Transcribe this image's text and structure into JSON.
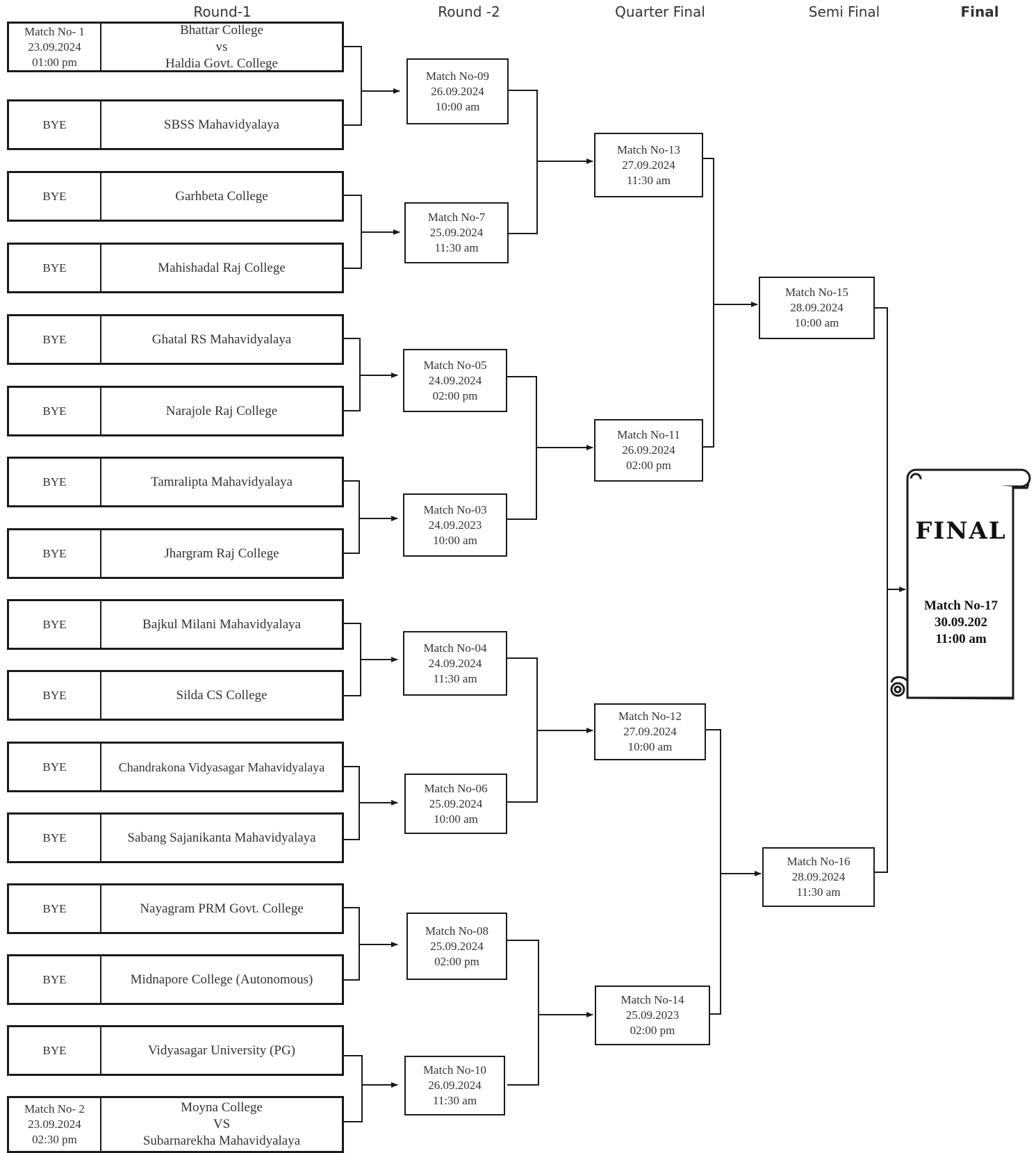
{
  "rounds": {
    "round1": "Round-1",
    "round2": "Round -2",
    "quarter": "Quarter Final",
    "semi": "Semi Final",
    "final": "Final"
  },
  "round1": [
    {
      "seed": "Match No- 1\n23.09.2024\n01:00 pm",
      "team": "Bhattar College\nvs\nHaldia Govt. College"
    },
    {
      "seed": "BYE",
      "team": "SBSS Mahavidyalaya"
    },
    {
      "seed": "BYE",
      "team": "Garhbeta College"
    },
    {
      "seed": "BYE",
      "team": "Mahishadal Raj College"
    },
    {
      "seed": "BYE",
      "team": "Ghatal RS Mahavidyalaya"
    },
    {
      "seed": "BYE",
      "team": "Narajole Raj College"
    },
    {
      "seed": "BYE",
      "team": "Tamralipta Mahavidyalaya"
    },
    {
      "seed": "BYE",
      "team": "Jhargram Raj College"
    },
    {
      "seed": "BYE",
      "team": "Bajkul Milani Mahavidyalaya"
    },
    {
      "seed": "BYE",
      "team": "Silda CS College"
    },
    {
      "seed": "BYE",
      "team": "Chandrakona Vidyasagar Mahavidyalaya"
    },
    {
      "seed": "BYE",
      "team": "Sabang Sajanikanta Mahavidyalaya"
    },
    {
      "seed": "BYE",
      "team": "Nayagram PRM Govt. College"
    },
    {
      "seed": "BYE",
      "team": "Midnapore College (Autonomous)"
    },
    {
      "seed": "BYE",
      "team": "Vidyasagar University (PG)"
    },
    {
      "seed": "Match No- 2\n23.09.2024\n02:30 pm",
      "team": "Moyna College\nVS\nSubarnarekha Mahavidyalaya"
    }
  ],
  "round2": [
    {
      "match": "Match No-09",
      "date": "26.09.2024",
      "time": "10:00 am"
    },
    {
      "match": "Match No-7",
      "date": "25.09.2024",
      "time": "11:30 am"
    },
    {
      "match": "Match No-05",
      "date": "24.09.2024",
      "time": "02:00 pm"
    },
    {
      "match": "Match No-03",
      "date": "24.09.2023",
      "time": "10:00 am"
    },
    {
      "match": "Match No-04",
      "date": "24.09.2024",
      "time": "11:30 am"
    },
    {
      "match": "Match No-06",
      "date": "25.09.2024",
      "time": "10:00 am"
    },
    {
      "match": "Match No-08",
      "date": "25.09.2024",
      "time": "02:00 pm"
    },
    {
      "match": "Match No-10",
      "date": "26.09.2024",
      "time": "11:30 am"
    }
  ],
  "quarter": [
    {
      "match": "Match No-13",
      "date": "27.09.2024",
      "time": "11:30 am"
    },
    {
      "match": "Match No-11",
      "date": "26.09.2024",
      "time": "02:00 pm"
    },
    {
      "match": "Match No-12",
      "date": "27.09.2024",
      "time": "10:00 am"
    },
    {
      "match": "Match No-14",
      "date": "25.09.2023",
      "time": "02:00 pm"
    }
  ],
  "semi": [
    {
      "match": "Match No-15",
      "date": "28.09.2024",
      "time": "10:00 am"
    },
    {
      "match": "Match No-16",
      "date": "28.09.2024",
      "time": "11:30 am"
    }
  ],
  "final": {
    "title": "FINAL",
    "match": "Match No-17",
    "date": "30.09.202",
    "time": "11:00 am"
  }
}
